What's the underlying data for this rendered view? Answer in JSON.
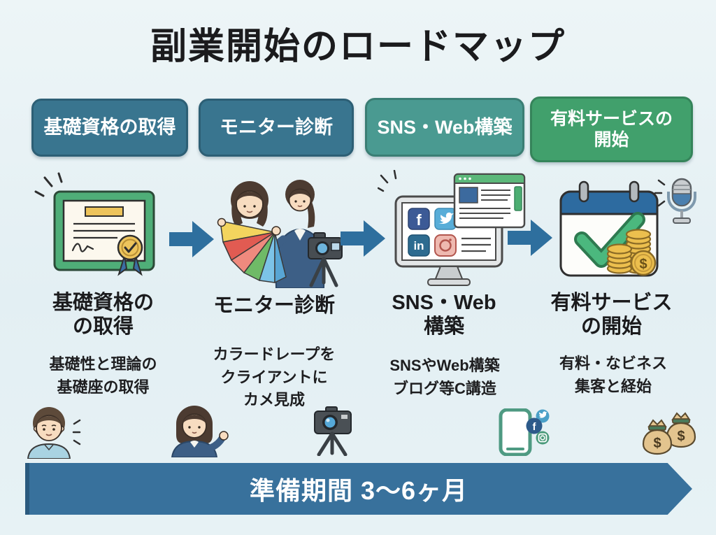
{
  "title": "副業開始のロードマップ",
  "steps": [
    {
      "header": "基礎資格の取得",
      "heading": "基礎資格の\nの取得",
      "description": "基礎性と理論の\n基礎座の取得"
    },
    {
      "header": "モニター診断",
      "heading": "モニター診断",
      "description": "カラードレープを\nクライアントに\nカメ見成"
    },
    {
      "header": "SNS・Web構築",
      "heading": "SNS・Web\n構築",
      "description": "SNSやWeb構築\nブログ等C講造"
    },
    {
      "header": "有料サービスの\n開始",
      "heading": "有料サービス\nの開始",
      "description": "有料・なビネス\n集客と経始"
    }
  ],
  "banner": {
    "label": "準備期間 3〜6ヶ月"
  },
  "icons": {
    "facebook_glyph": "f",
    "linkedin_glyph": "in",
    "dollar_glyph": "$"
  },
  "colors": {
    "step12_header": "#39758f",
    "step3_header": "#4a9a91",
    "step4_header": "#41a06c",
    "arrow": "#2e6f9e",
    "banner": "#38719c",
    "background": "#e6f1f4",
    "text": "#1c1c1e"
  }
}
